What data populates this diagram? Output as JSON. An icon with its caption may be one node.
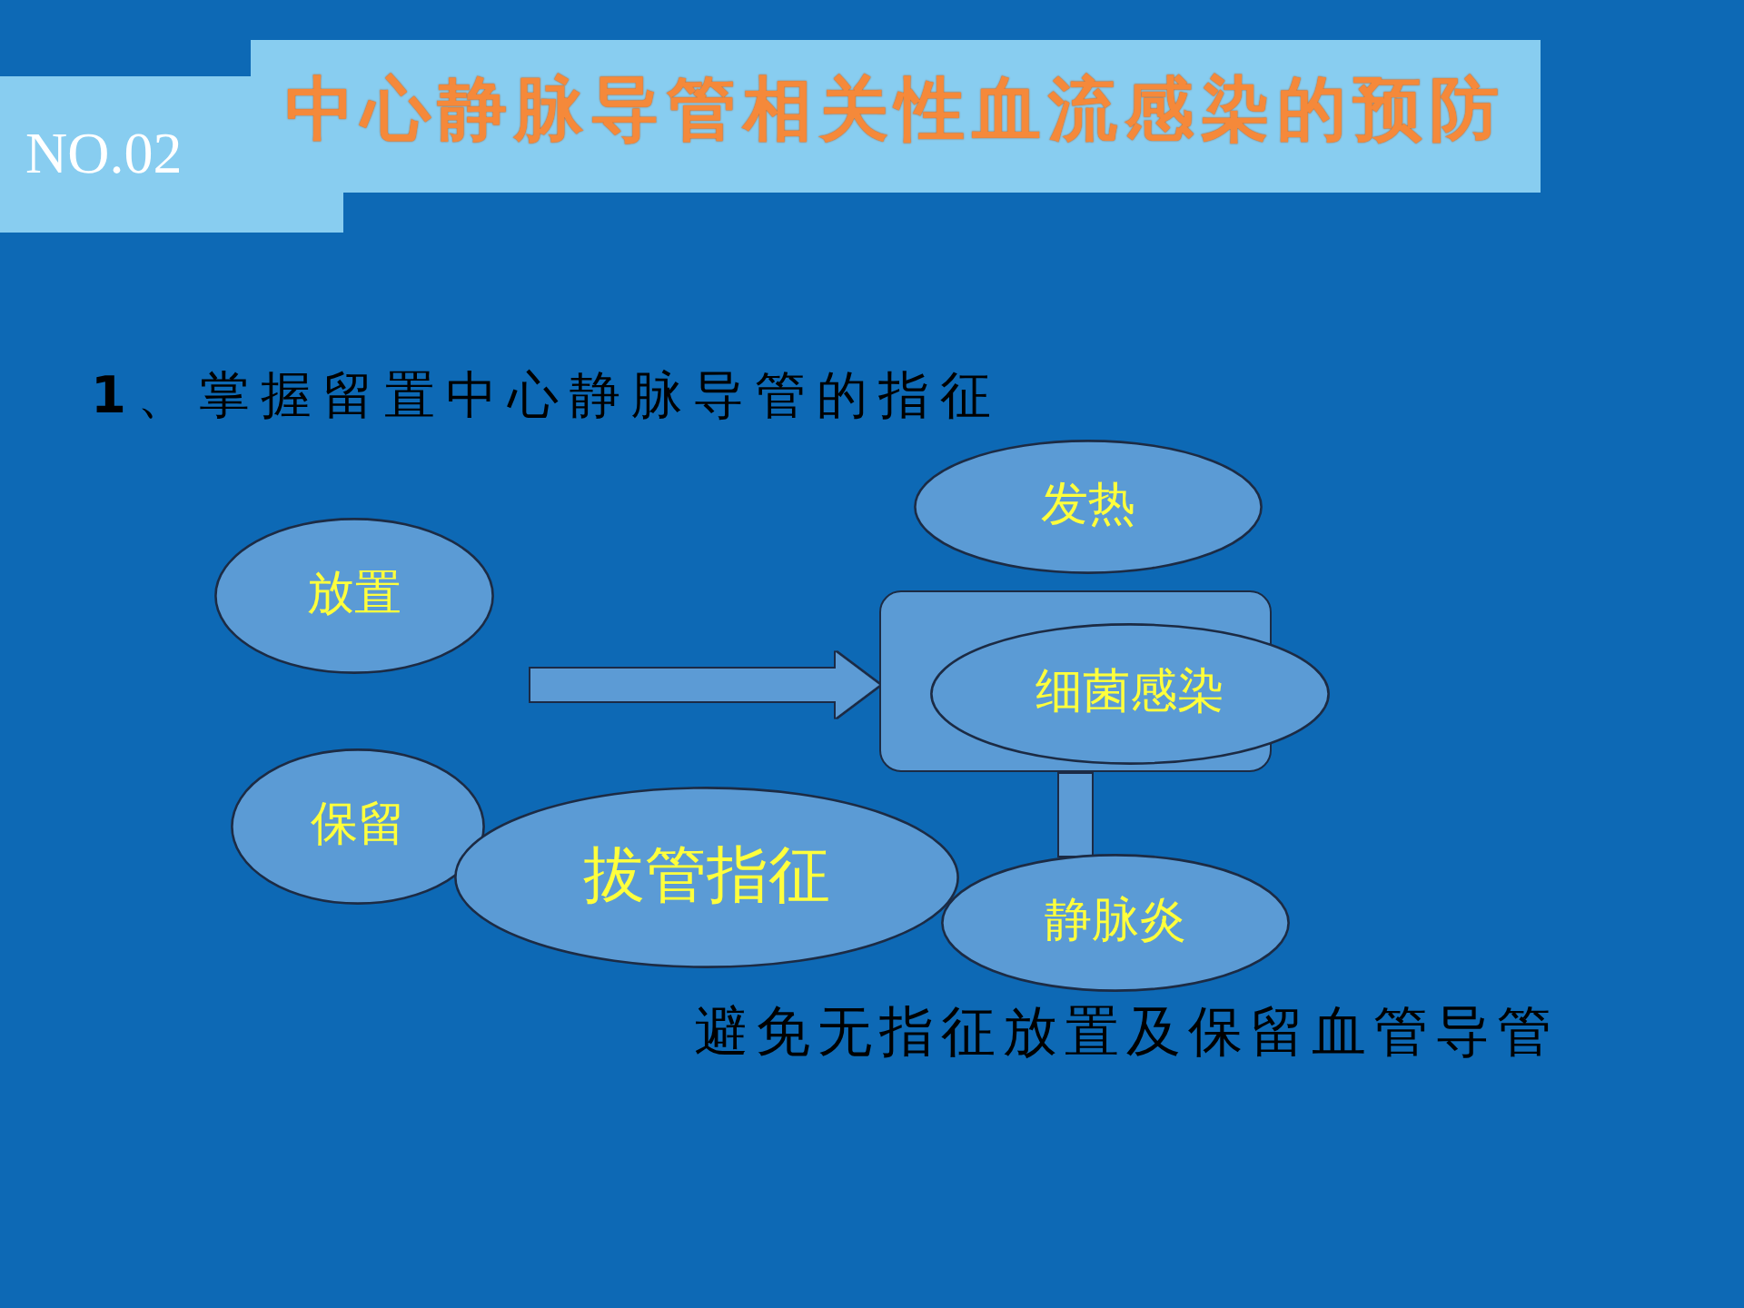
{
  "diagram": {
    "title": "中心静脉导管相关性血流感染的预防",
    "nodes": [
      {
        "text": [
          "放置"
        ]
      },
      {
        "text": [
          "保留"
        ]
      },
      {
        "text": [
          "拔管指征"
        ]
      },
      {
        "text": [],
        "shape": "box"
      },
      {
        "text": [
          "发热"
        ]
      },
      {
        "text": [
          "细菌感染"
        ]
      },
      {
        "text": [
          "静脉炎"
        ]
      }
    ],
    "edges": [
      {
        "from": null,
        "to": 3,
        "arrow": "to"
      },
      {
        "from": 3,
        "to": 6,
        "arrow": "none"
      }
    ],
    "labels": [
      "NO.02",
      "**1**、掌握留置中心静脉导管的指征",
      "避免无指征放置及保留血管导管"
    ]
  }
}
